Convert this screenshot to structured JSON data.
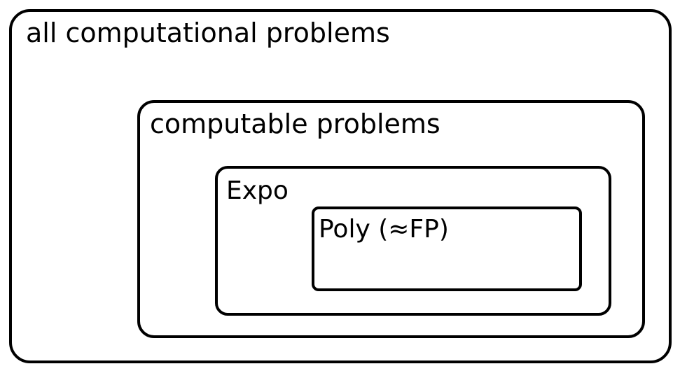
{
  "diagram": {
    "sets": [
      {
        "label": "all computational problems"
      },
      {
        "label": "computable problems"
      },
      {
        "label": "Expo"
      },
      {
        "label": "Poly (≈FP)"
      }
    ],
    "colors": {
      "stroke": "#000000",
      "fill": "#ffffff",
      "text": "#000000"
    }
  }
}
